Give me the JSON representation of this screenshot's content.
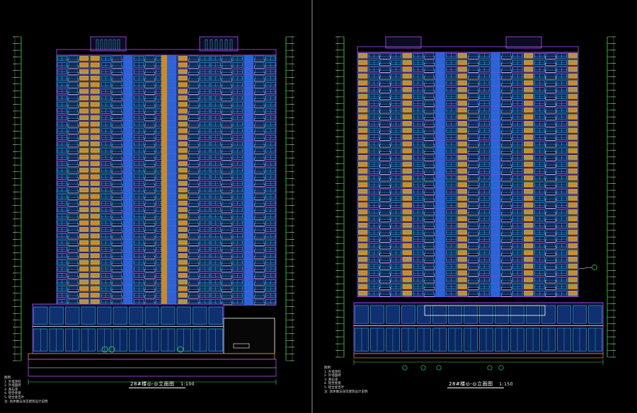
{
  "drawing_1": {
    "title": "28#楼◎-◎立面图",
    "scale": "1:100"
  },
  "drawing_2": {
    "title": "28#楼◎-◎立面图",
    "scale": "1:150"
  },
  "colors": {
    "background": "#000000",
    "wall_blue": "#2c63d6",
    "window_cyan": "#39d0ff",
    "accent_orange": "#c88a2a",
    "grid_purple": "#b24dff",
    "dim_green": "#4fd54f",
    "level_white": "#ffffff",
    "annotation_yellow": "#e6e05a"
  },
  "notes": {
    "lines": [
      "图例:",
      "1. 外墙涂料",
      "2. 外墙面砖",
      "3. 真石漆",
      "4. 铝合金窗",
      "5. 铝合金百叶",
      "注: 具体做法详见建筑设计说明"
    ]
  }
}
